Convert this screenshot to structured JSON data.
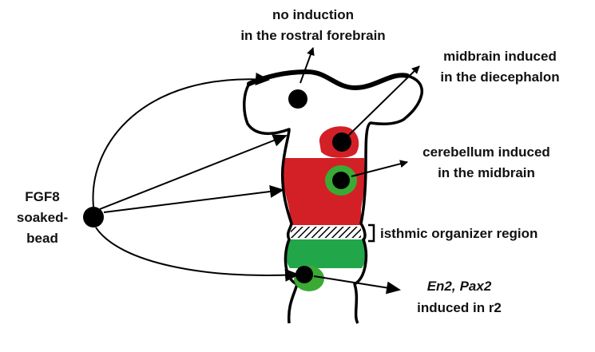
{
  "labels": {
    "no_induction_l1": "no induction",
    "no_induction_l2": "in the rostral forebrain",
    "midbrain_l1": "midbrain induced",
    "midbrain_l2": "in the diecephalon",
    "cerebellum_l1": "cerebellum induced",
    "cerebellum_l2": "in the midbrain",
    "bead_l1": "FGF8",
    "bead_l2": "soaked-",
    "bead_l3": "bead",
    "isthmic": "isthmic organizer region",
    "genes_a": "En2,",
    "genes_b": "Pax2",
    "genes_l2": "induced in r2"
  },
  "colors": {
    "outline": "#000000",
    "midbrain_red": "#d32027",
    "r1_green": "#22a64a",
    "halo_green": "#3aaa35",
    "bead": "#000000"
  }
}
